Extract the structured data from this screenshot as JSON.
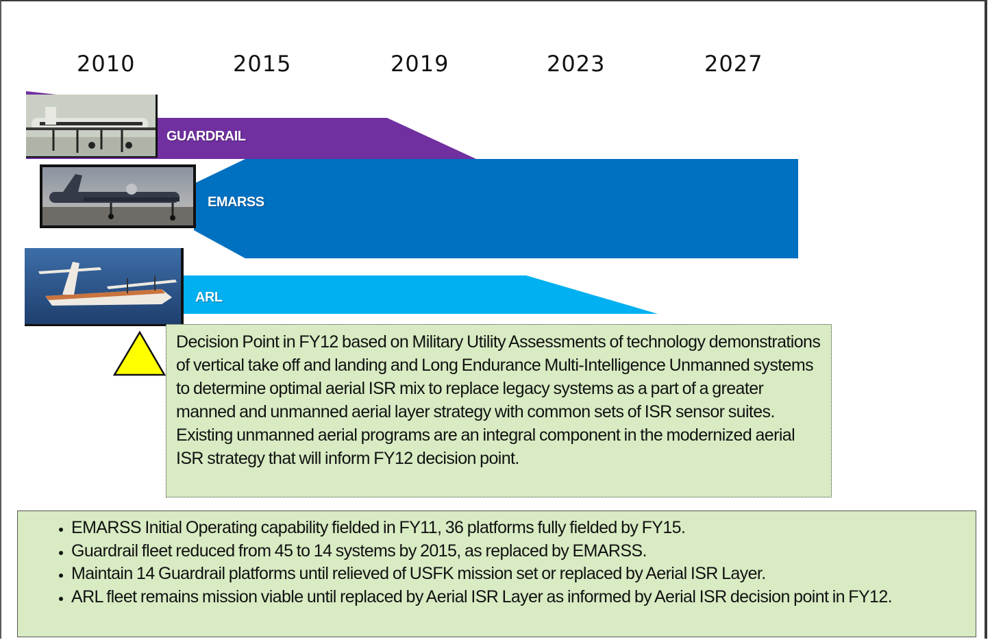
{
  "timeline": {
    "years": [
      "2010",
      "2015",
      "2019",
      "2023",
      "2027"
    ]
  },
  "programs": [
    {
      "label": "GUARDRAIL",
      "color": "#7030a0"
    },
    {
      "label": "EMARSS",
      "color": "#0070c0"
    },
    {
      "label": "ARL",
      "color": "#00b0f0"
    }
  ],
  "decision_point": {
    "marker_color": "#ffff00",
    "text": "Decision Point in FY12 based on Military Utility Assessments of technology demonstrations of vertical take off and landing and Long Endurance Multi-Intelligence Unmanned systems to determine optimal aerial ISR mix to replace legacy systems as a part of a greater manned and unmanned aerial layer strategy with common sets of ISR sensor suites.  Existing unmanned aerial programs are an integral component in the modernized aerial ISR strategy that will inform FY12 decision point."
  },
  "notes": [
    "EMARSS Initial Operating capability fielded in FY11, 36 platforms fully fielded by FY15.",
    "Guardrail fleet reduced from 45 to 14 systems by 2015, as replaced by EMARSS.",
    "Maintain 14 Guardrail platforms until relieved of USFK mission set or replaced by Aerial ISR Layer.",
    "ARL fleet remains mission viable until replaced by Aerial ISR Layer as informed by Aerial ISR decision point in FY12."
  ]
}
